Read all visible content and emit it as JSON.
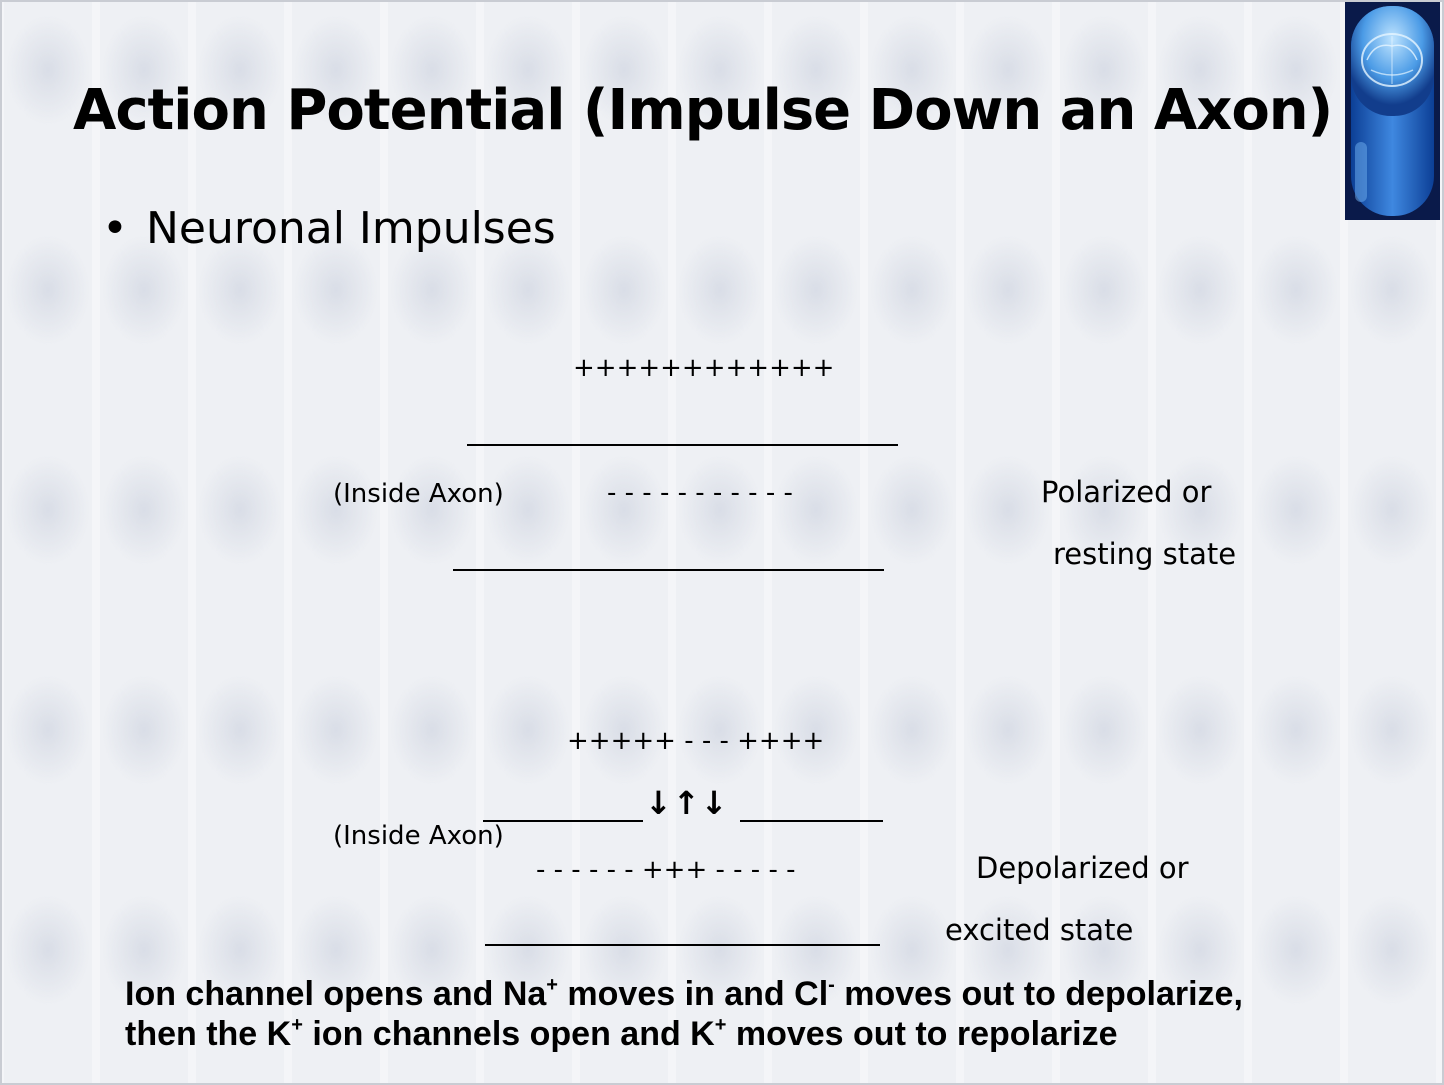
{
  "slide": {
    "title": "Action Potential (Impulse Down an Axon)",
    "bullet": "Neuronal Impulses"
  },
  "resting": {
    "top_charges": "++++++++++++",
    "inside_label": "(Inside Axon)",
    "inside_charges": "- - - - - - - - - - -",
    "state_line1": "Polarized or",
    "state_line2": "resting state"
  },
  "depolarized": {
    "top_charges": "+++++ - - - ++++",
    "arrows": "↓↑↓",
    "inside_label": "(Inside Axon)",
    "inside_charges": "- - - - - - +++ - - - - -",
    "state_line1": "Depolarized  or",
    "state_line2": "excited state"
  },
  "footnote": {
    "line1_a": "Ion channel opens and Na",
    "line1_sup1": "+",
    "line1_b": " moves in and Cl",
    "line1_sup2": "-",
    "line1_c": " moves out to depolarize,",
    "line2_a": "then the K",
    "line2_sup1": "+",
    "line2_b": " ion channels open and K",
    "line2_sup2": "+",
    "line2_c": " moves out to repolarize"
  },
  "colors": {
    "background": "#eef0f4",
    "text": "#000000",
    "logo_blue": "#1e5bb8"
  },
  "icons": {
    "logo": "brain-capsule-logo"
  }
}
